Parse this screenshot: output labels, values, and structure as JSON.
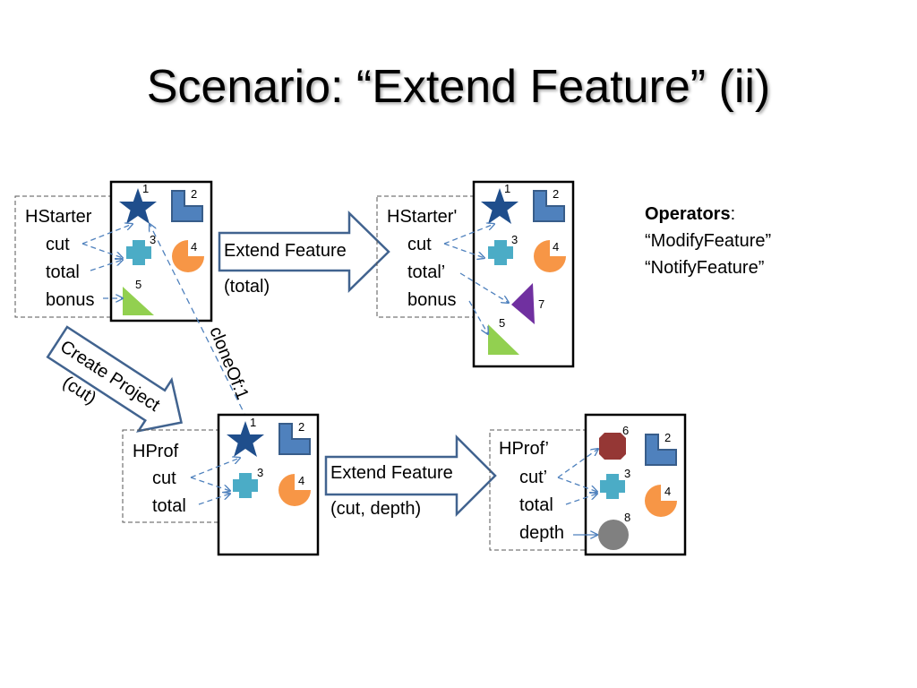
{
  "title": "Scenario: “Extend Feature” (ii)",
  "operators": {
    "heading": "Operators",
    "colon": ":",
    "items": [
      "“ModifyFeature”",
      "“NotifyFeature”"
    ]
  },
  "colors": {
    "star": "#1f4e8c",
    "lshape": "#4f81bd",
    "cross": "#4bacc6",
    "pie": "#f79646",
    "triangle_green": "#92d050",
    "triangle_purple": "#7030a0",
    "octagon": "#953735",
    "circle": "#808080",
    "arrow_stroke": "#41638f",
    "dashed_link": "#4f81bd"
  },
  "projects": {
    "hstarter": {
      "name": "HStarter",
      "features": [
        "cut",
        "total",
        "bonus"
      ],
      "components": [
        "1",
        "2",
        "3",
        "4",
        "5"
      ]
    },
    "hstarter_prime": {
      "name": "HStarter'",
      "features": [
        "cut",
        "total’",
        "bonus"
      ],
      "components": [
        "1",
        "2",
        "3",
        "4",
        "7",
        "5"
      ]
    },
    "hprof": {
      "name": "HProf",
      "features": [
        "cut",
        "total"
      ],
      "components": [
        "1",
        "2",
        "3",
        "4"
      ]
    },
    "hprof_prime": {
      "name": "HProf’",
      "features": [
        "cut’",
        "total",
        "depth"
      ],
      "components": [
        "6",
        "2",
        "3",
        "4",
        "8"
      ]
    }
  },
  "operations": {
    "extend_top": {
      "label": "Extend Feature",
      "args": "(total)"
    },
    "extend_bottom": {
      "label": "Extend Feature",
      "args": "(cut, depth)"
    },
    "create_project": {
      "label": "Create Project",
      "args": "(cut)"
    },
    "clone_link": "cloneOf:1"
  }
}
